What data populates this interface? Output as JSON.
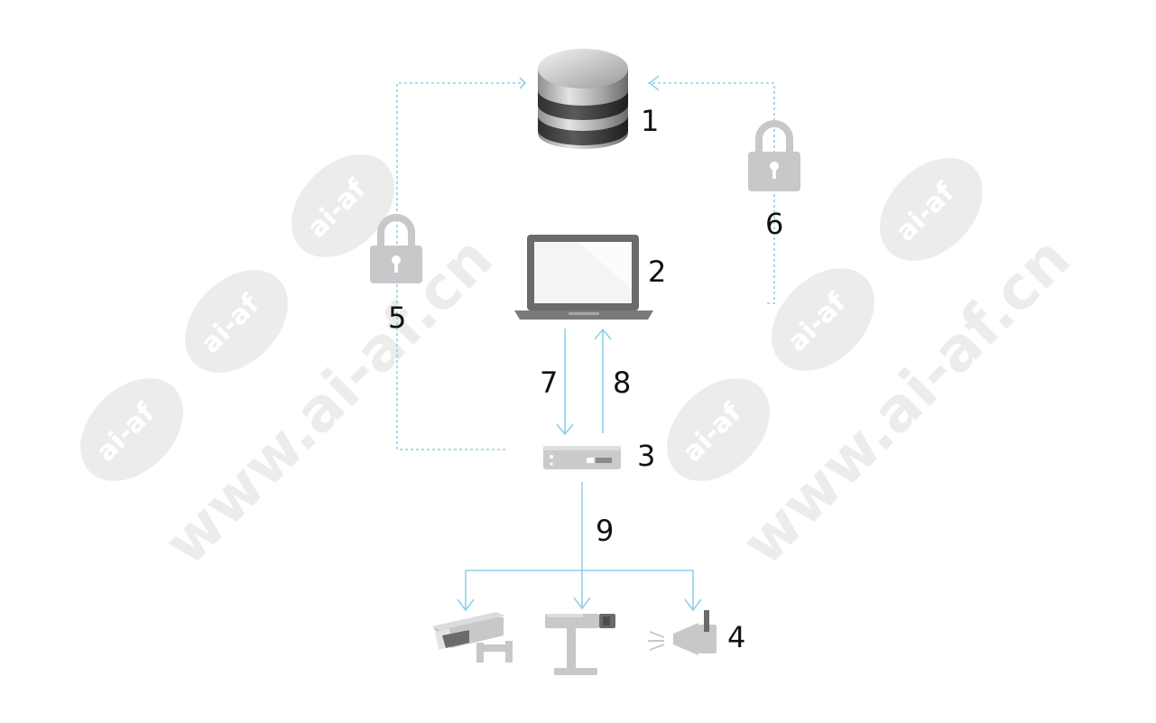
{
  "diagram": {
    "labels": {
      "database": "1",
      "laptop": "2",
      "door_controller": "3",
      "peripherals": "4",
      "lock_left": "5",
      "lock_right": "6",
      "arrow_down": "7",
      "arrow_up": "8",
      "branch": "9"
    },
    "watermarks": {
      "url_text": "www.ai-af.cn",
      "badge_text": "ai-af"
    },
    "icons": {
      "database": "database-icon",
      "laptop": "laptop-icon",
      "controller": "network-door-controller-icon",
      "lock": "padlock-icon",
      "bullet_camera": "bullet-camera-icon",
      "box_camera": "box-camera-icon",
      "horn_speaker": "horn-speaker-icon"
    },
    "colors": {
      "connector": "#8fd0e8",
      "icon_grey": "#c8c8ca",
      "dark_grey": "#585858",
      "watermark": "#ececec"
    }
  }
}
